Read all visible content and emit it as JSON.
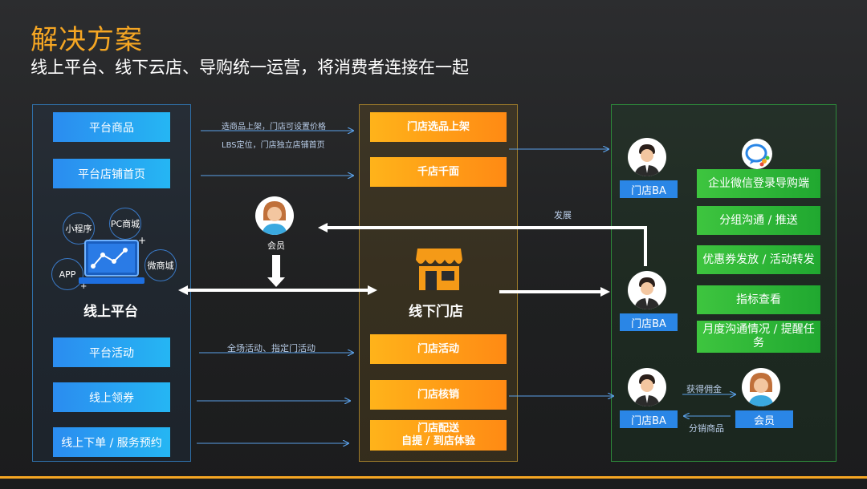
{
  "header": {
    "title": "解决方案",
    "subtitle": "线上平台、线下云店、导购统一运营，将消费者连接在一起"
  },
  "left_panel": {
    "buttons": [
      "平台商品",
      "平台店铺首页",
      "平台活动",
      "线上领券",
      "线上下单 / 服务预约"
    ],
    "channels": [
      "小程序",
      "PC商城",
      "APP",
      "微商城"
    ],
    "label": "线上平台"
  },
  "middle_panel": {
    "buttons": [
      "门店选品上架",
      "千店千面",
      "门店活动",
      "门店核销"
    ],
    "delivery_line1": "门店配送",
    "delivery_line2": "自提 / 到店体验",
    "label": "线下门店"
  },
  "right_panel": {
    "ba_label": "门店BA",
    "buttons": [
      "企业微信登录导购端",
      "分组沟通 / 推送",
      "优惠券发放 / 活动转发",
      "指标查看",
      "月度沟通情况 / 提醒任务"
    ],
    "member_label": "会员",
    "commission": "获得佣金",
    "distribute": "分销商品"
  },
  "arrows": {
    "select_price": "选商品上架，门店可设置价格",
    "lbs": "LBS定位，门店独立店铺首页",
    "activities": "全场活动、指定门活动",
    "develop": "发展",
    "member": "会员"
  },
  "colors": {
    "title": "#f5a623",
    "blue": "#2b8cf0",
    "orange": "#ff9a16",
    "green": "#2fb63a",
    "background": "#242526"
  }
}
